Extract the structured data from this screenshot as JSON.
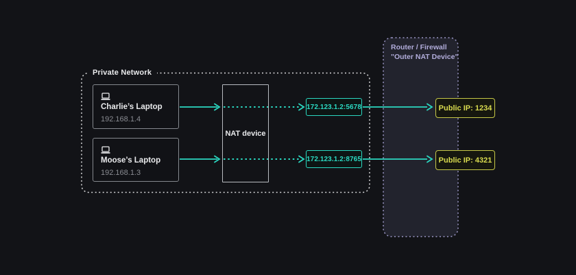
{
  "colors": {
    "background": "#121317",
    "panel_fill": "#22232d",
    "panel_border": "#9b97c6",
    "panel_text": "#b1acda",
    "teal": "#2bd9c2",
    "teal_box_fill": "#0d1514",
    "yellow": "#d9db4f",
    "yellow_border": "#c6c847",
    "yellow_box_fill": "#16170f",
    "device_border": "#85888e",
    "device_fill": "#111216",
    "nat_border": "#b9bcc2",
    "dashed_white": "#d9dadc",
    "text_white": "#e9eaec",
    "text_gray": "#8a8c92"
  },
  "private_network": {
    "label": "Private Network",
    "devices": [
      {
        "name": "Charlie’s Laptop",
        "ip": "192.168.1.4"
      },
      {
        "name": "Moose’s Laptop",
        "ip": "192.168.1.3"
      }
    ],
    "nat_device_label": "NAT device",
    "translated_endpoints": [
      "172.123.1.2:5678",
      "172.123.1.2:8765"
    ]
  },
  "router_firewall": {
    "label_line1": "Router / Firewall",
    "label_line2": "\"Outer NAT Device\"",
    "public_endpoints": [
      "Public IP: 1234",
      "Public IP: 4321"
    ]
  }
}
